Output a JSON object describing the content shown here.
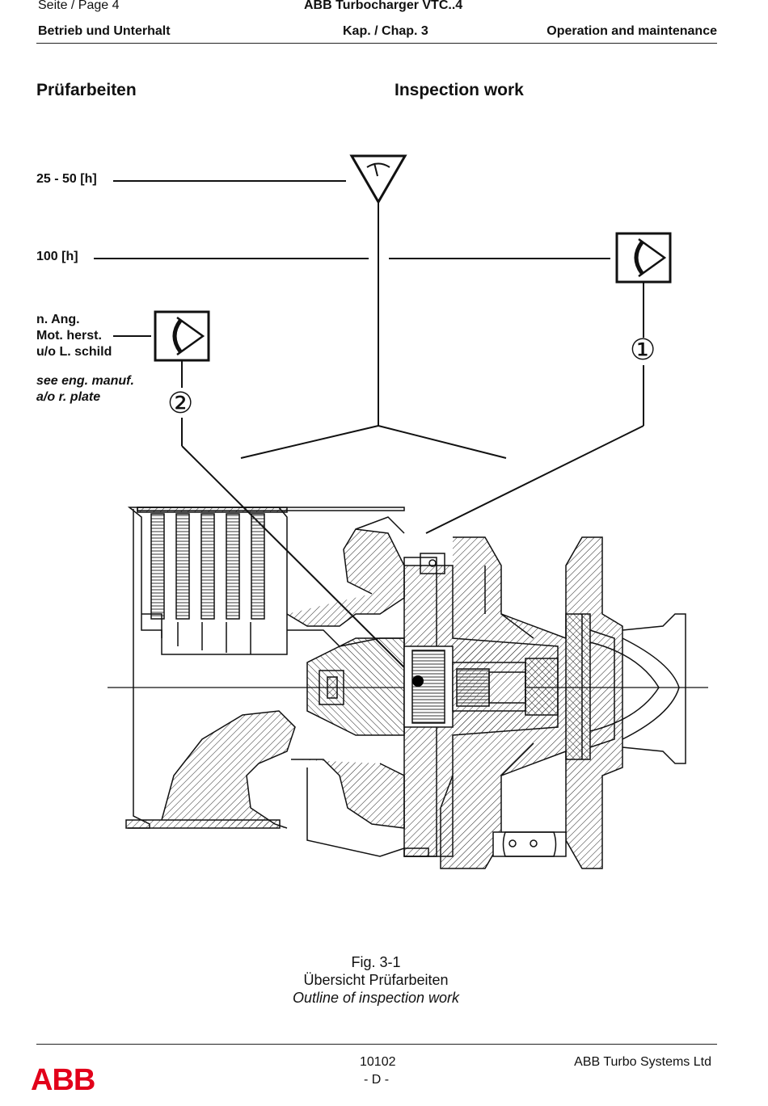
{
  "header": {
    "page_label": "Seite / Page  4",
    "doc_title": "ABB Turbocharger VTC..4",
    "section_de": "Betrieb und Unterhalt",
    "chapter": "Kap. / Chap. 3",
    "section_en": "Operation and maintenance"
  },
  "headings": {
    "de": "Prüfarbeiten",
    "en": "Inspection work"
  },
  "intervals": {
    "first": "25 - 50 [h]",
    "second": "100 [h]",
    "manufacturer_de": [
      "n. Ang.",
      "Mot. herst.",
      "u/o L. schild"
    ],
    "manufacturer_en": [
      "see eng. manuf.",
      "a/o r. plate"
    ]
  },
  "markers": {
    "one": "①",
    "two": "②"
  },
  "icons": [
    "checklist-triangle-icon",
    "visual-inspection-icon"
  ],
  "caption": {
    "figure": "Fig. 3-1",
    "title_de": "Übersicht Prüfarbeiten",
    "title_en": "Outline of inspection work"
  },
  "footer": {
    "logo": "ABB",
    "logo_color": "#e2001a",
    "doc_number": "10102",
    "language": "- D -",
    "company": "ABB Turbo Systems Ltd"
  }
}
